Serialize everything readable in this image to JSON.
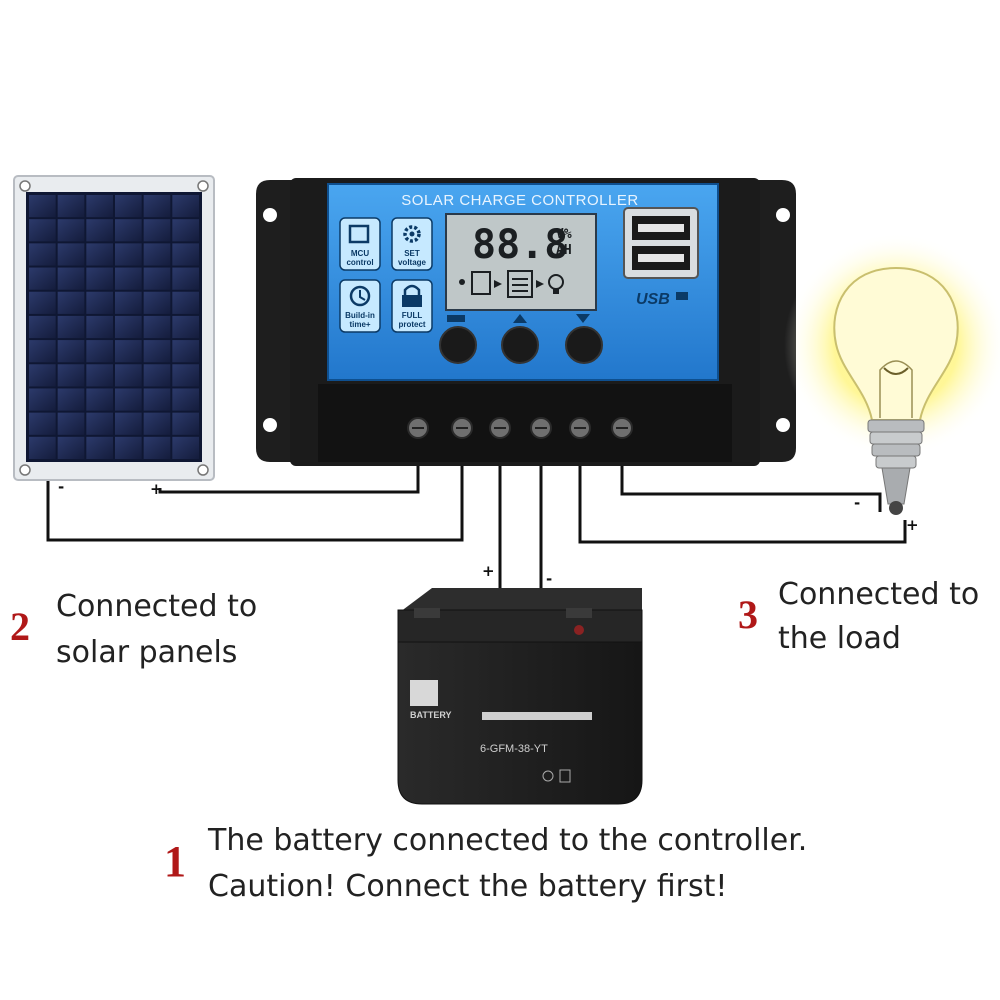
{
  "controller": {
    "title": "SOLAR CHARGE CONTROLLER",
    "lcd_digits": "88.8",
    "lcd_unit_top": "V%",
    "lcd_unit_bottom": "AH",
    "usb_label": "USB",
    "icons": [
      {
        "name": "mcu-icon",
        "line1": "MCU",
        "line2": "control"
      },
      {
        "name": "gear-icon",
        "line1": "SET",
        "line2": "voltage"
      },
      {
        "name": "clock-icon",
        "line1": "Build-in",
        "line2": "time+"
      },
      {
        "name": "lock-icon",
        "line1": "FULL",
        "line2": "protect"
      }
    ]
  },
  "battery": {
    "brand": "BATTERY",
    "model": "6-GFM-38-YT"
  },
  "polarity": {
    "plus": "+",
    "minus": "-"
  },
  "steps": [
    {
      "number": "1",
      "line1": "The battery connected to the controller.",
      "line2": "Caution! Connect the battery first!"
    },
    {
      "number": "2",
      "line1": "Connected to",
      "line2": "solar panels"
    },
    {
      "number": "3",
      "line1": "Connected to",
      "line2": "the load"
    }
  ],
  "colors": {
    "accent_red": "#b01818",
    "controller_blue": "#2f8fe0",
    "controller_body": "#1b1b1b",
    "bulb_glow": "#fff36a"
  }
}
